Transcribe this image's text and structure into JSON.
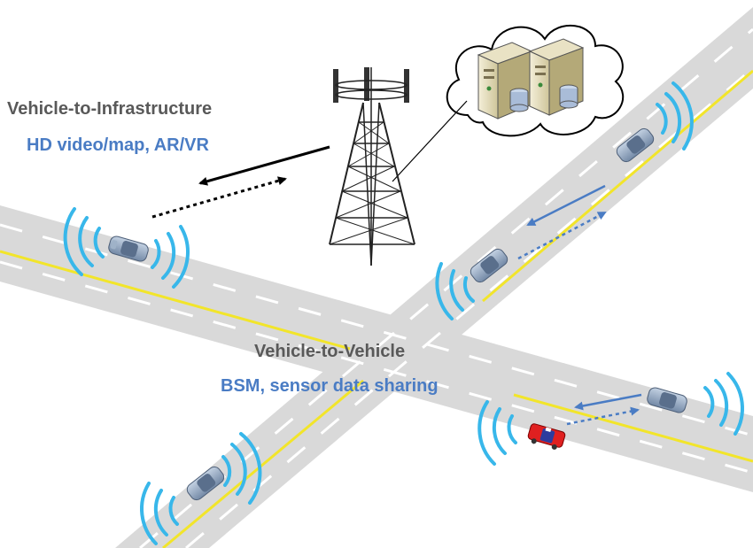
{
  "labels": {
    "v2i_title": "Vehicle-to-Infrastructure",
    "v2i_subtitle": "HD video/map, AR/VR",
    "v2v_title": "Vehicle-to-Vehicle",
    "v2v_subtitle": "BSM, sensor data sharing"
  },
  "colors": {
    "road": "#d9d9d9",
    "lane_marking": "#ffffff",
    "center_line": "#f2e52a",
    "signal_wave": "#38b7ea",
    "link_arrow_blue": "#4a7cc4",
    "link_arrow_black": "#000000",
    "car_body": "#8fa6c0",
    "emergency_car_body": "#e02020",
    "label_dark": "#595959",
    "label_blue": "#4a7cc4"
  },
  "icons": [
    "cell-tower-icon",
    "server-icon",
    "cloud-icon",
    "car-icon",
    "wireless-signal-icon"
  ]
}
